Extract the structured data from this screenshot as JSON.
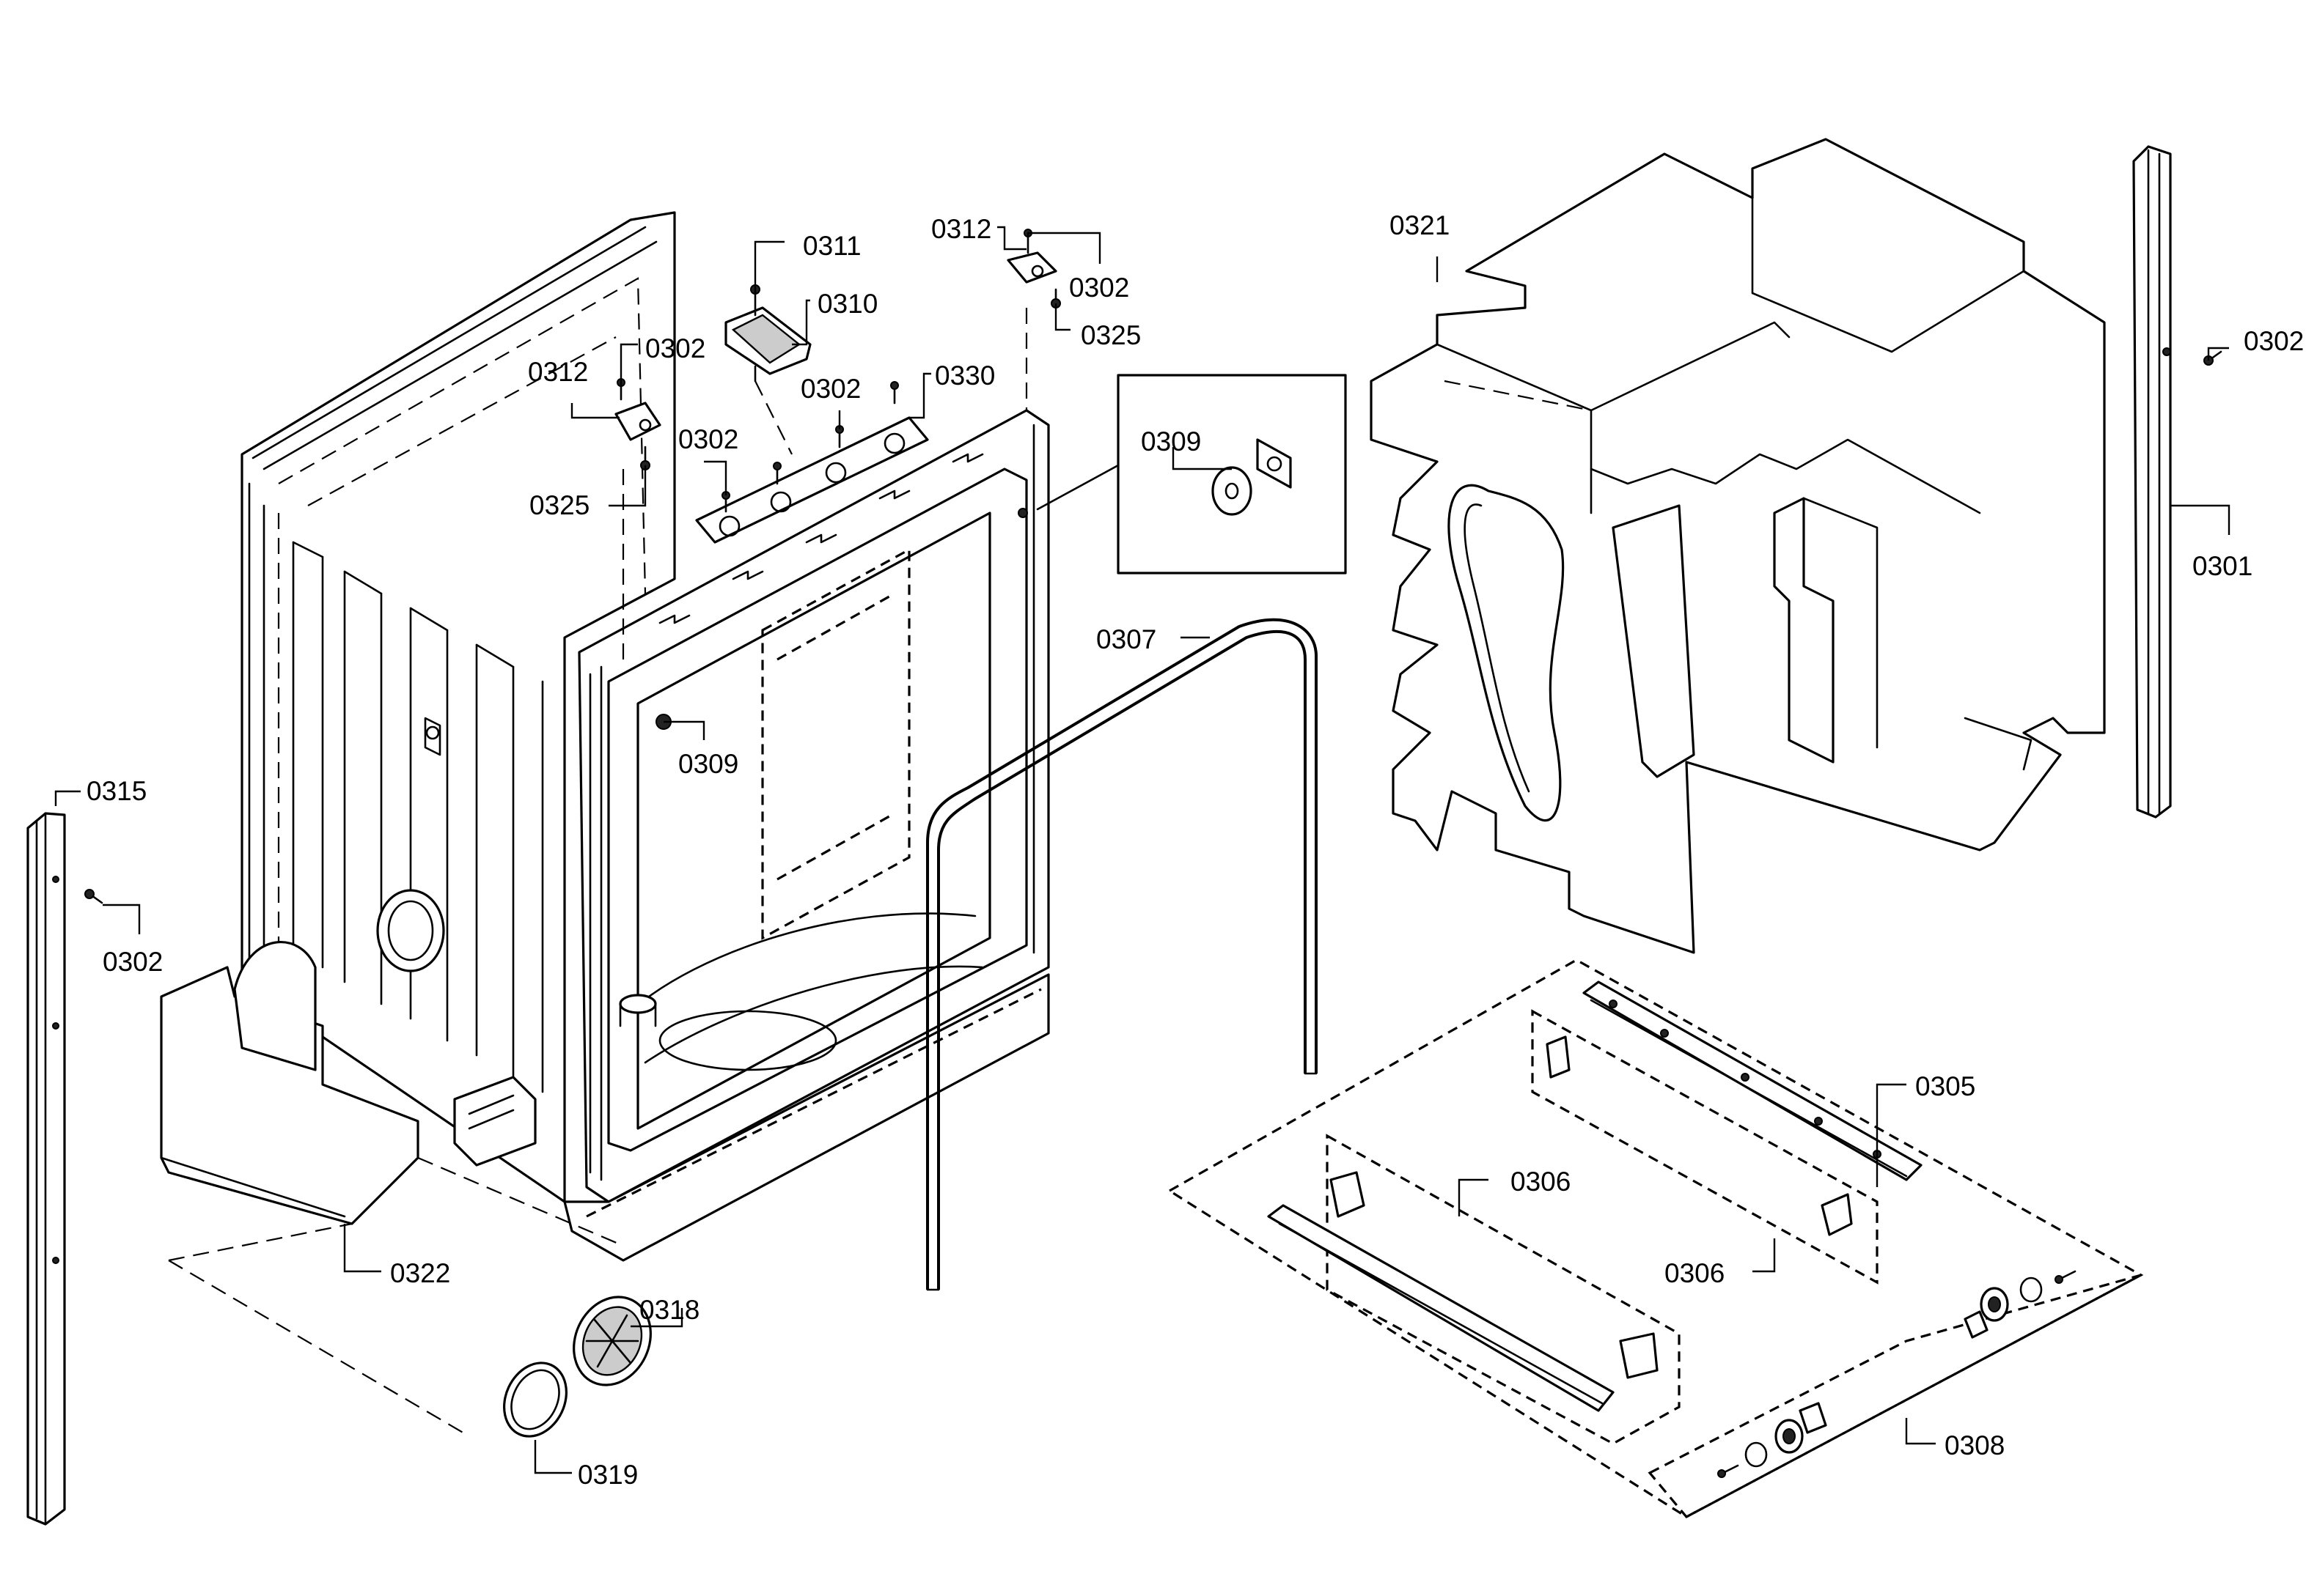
{
  "parts": {
    "p0301": "0301",
    "p0302": "0302",
    "p0305": "0305",
    "p0306": "0306",
    "p0307": "0307",
    "p0308": "0308",
    "p0309": "0309",
    "p0310": "0310",
    "p0311": "0311",
    "p0312": "0312",
    "p0315": "0315",
    "p0318": "0318",
    "p0319": "0319",
    "p0321": "0321",
    "p0322": "0322",
    "p0325": "0325",
    "p0330": "0330"
  }
}
